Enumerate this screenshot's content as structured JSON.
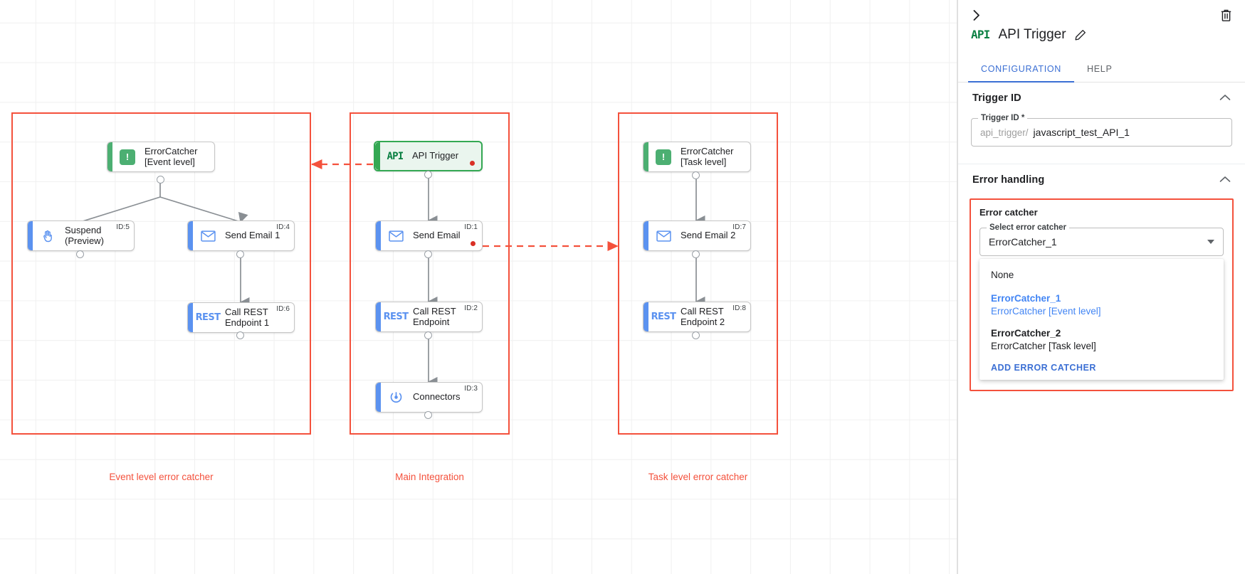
{
  "canvas": {
    "groups": [
      {
        "caption": "Event level error catcher"
      },
      {
        "caption": "Main Integration"
      },
      {
        "caption": "Task level error catcher"
      }
    ],
    "nodes": {
      "errorcatcher_event": {
        "label": "ErrorCatcher\n[Event level]",
        "icon": "error-catcher-icon",
        "id_tag": ""
      },
      "suspend": {
        "label": "Suspend\n(Preview)",
        "icon": "hand-icon",
        "id_tag": "ID:5"
      },
      "send_email_1": {
        "label": "Send Email 1",
        "icon": "envelope-icon",
        "id_tag": "ID:4"
      },
      "call_rest_1": {
        "label": "Call REST\nEndpoint 1",
        "icon": "rest-icon",
        "id_tag": "ID:6"
      },
      "api_trigger": {
        "label": "API Trigger",
        "icon": "api-icon",
        "id_tag": ""
      },
      "send_email": {
        "label": "Send Email",
        "icon": "envelope-icon",
        "id_tag": "ID:1"
      },
      "call_rest": {
        "label": "Call REST\nEndpoint",
        "icon": "rest-icon",
        "id_tag": "ID:2"
      },
      "connectors": {
        "label": "Connectors",
        "icon": "connectors-icon",
        "id_tag": "ID:3"
      },
      "errorcatcher_task": {
        "label": "ErrorCatcher\n[Task level]",
        "icon": "error-catcher-icon",
        "id_tag": ""
      },
      "send_email_2": {
        "label": "Send Email 2",
        "icon": "envelope-icon",
        "id_tag": "ID:7"
      },
      "call_rest_2": {
        "label": "Call REST\nEndpoint 2",
        "icon": "rest-icon",
        "id_tag": "ID:8"
      }
    },
    "icon_glyphs": {
      "rest": "REST",
      "api": "API",
      "error": "!"
    }
  },
  "panel": {
    "collapse_icon": "chevron-right-icon",
    "delete_icon": "trash-icon",
    "node_icon": "api-icon",
    "title": "API Trigger",
    "edit_icon": "pencil-icon",
    "tabs": [
      {
        "label": "CONFIGURATION",
        "active": true
      },
      {
        "label": "HELP",
        "active": false
      }
    ],
    "trigger_id_section": {
      "heading": "Trigger ID",
      "collapse_icon": "chevron-up-icon",
      "field_legend": "Trigger ID *",
      "prefix": "api_trigger/",
      "value": "javascript_test_API_1"
    },
    "error_handling_section": {
      "heading": "Error handling",
      "collapse_icon": "chevron-up-icon",
      "error_catcher_label": "Error catcher",
      "select_legend": "Select error catcher",
      "selected_value": "ErrorCatcher_1",
      "dropdown_icon": "chevron-down-icon",
      "options": [
        {
          "primary": "None",
          "secondary": "",
          "selected": false
        },
        {
          "primary": "ErrorCatcher_1",
          "secondary": "ErrorCatcher [Event level]",
          "selected": true
        },
        {
          "primary": "ErrorCatcher_2",
          "secondary": "ErrorCatcher [Task level]",
          "selected": false
        }
      ],
      "action_label": "ADD ERROR CATCHER"
    }
  },
  "colors": {
    "accent_blue": "#5b92f0",
    "accent_green": "#4caf72",
    "error_red": "#f4513c",
    "link_blue": "#3b6fd4",
    "status_dot": "#d93025"
  }
}
